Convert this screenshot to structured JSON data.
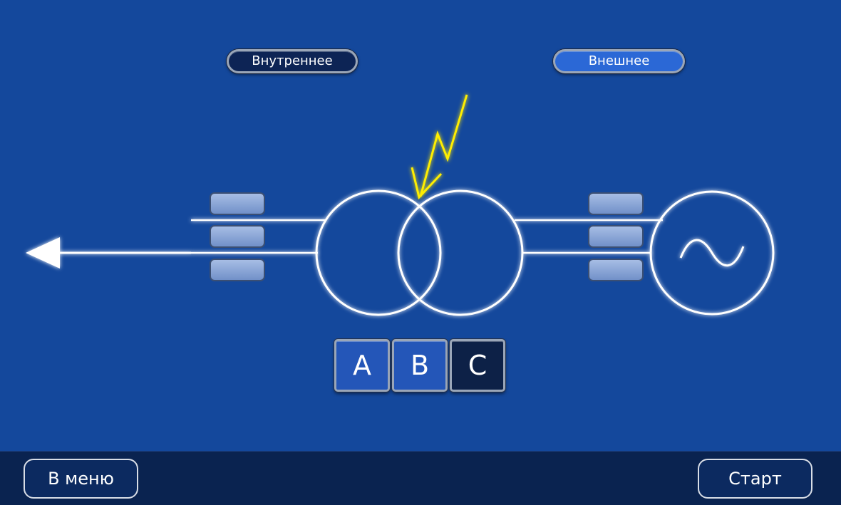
{
  "mode_toggle": {
    "internal_label": "Внутреннее",
    "external_label": "Внешнее",
    "selected": "internal"
  },
  "diagram": {
    "load_arrow_icon": "arrow-left-icon",
    "generator_icon": "sine-wave-icon",
    "fault_icon": "lightning-icon",
    "faulted_phase_color": "#ff1a1a",
    "line_color": "#ffffff",
    "fault_color": "#ffee00"
  },
  "phases": [
    {
      "label": "A",
      "state": "on"
    },
    {
      "label": "B",
      "state": "on"
    },
    {
      "label": "C",
      "state": "off"
    }
  ],
  "footer": {
    "menu_label": "В меню",
    "start_label": "Старт"
  },
  "colors": {
    "background": "#14489c",
    "footer_background": "#0a2350"
  }
}
